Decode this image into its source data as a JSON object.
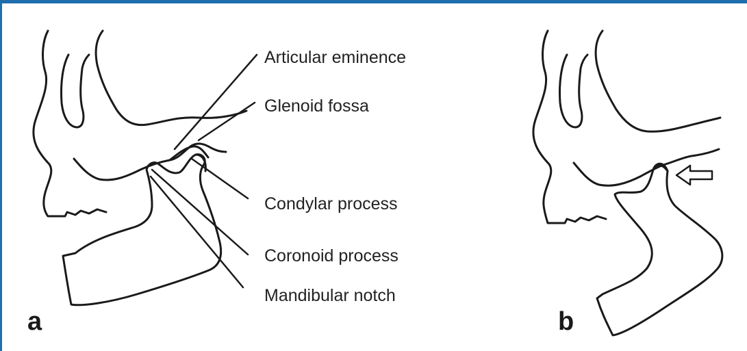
{
  "labels": {
    "articular_eminence": "Articular eminence",
    "glenoid_fossa": "Glenoid fossa",
    "condylar_process": "Condylar process",
    "coronoid_process": "Coronoid process",
    "mandibular_notch": "Mandibular notch"
  },
  "panels": {
    "a": "a",
    "b": "b"
  },
  "colors": {
    "frame": "#1f6fae",
    "line": "#1a1a1a"
  },
  "icons": {
    "arrow": "outline-arrow-left-icon"
  }
}
